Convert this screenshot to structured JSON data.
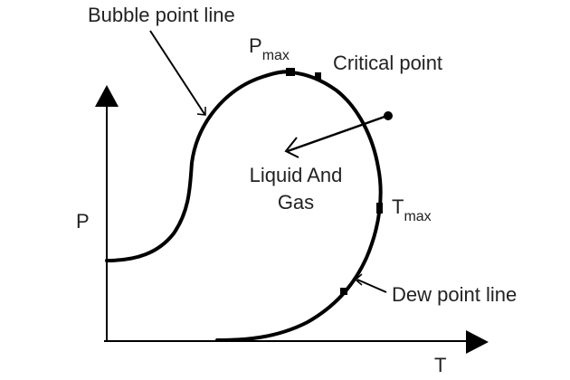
{
  "diagram": {
    "type": "phase-envelope",
    "axes": {
      "y_label": "P",
      "x_label": "T"
    },
    "labels": {
      "bubble_point_line": "Bubble point line",
      "pmax_main": "P",
      "pmax_sub": "max",
      "critical_point": "Critical point",
      "two_phase_line1": "Liquid And",
      "two_phase_line2": "Gas",
      "tmax_main": "T",
      "tmax_sub": "max",
      "dew_point_line": "Dew point line"
    },
    "colors": {
      "line": "#000000",
      "text": "#222222",
      "background": "#ffffff"
    }
  }
}
